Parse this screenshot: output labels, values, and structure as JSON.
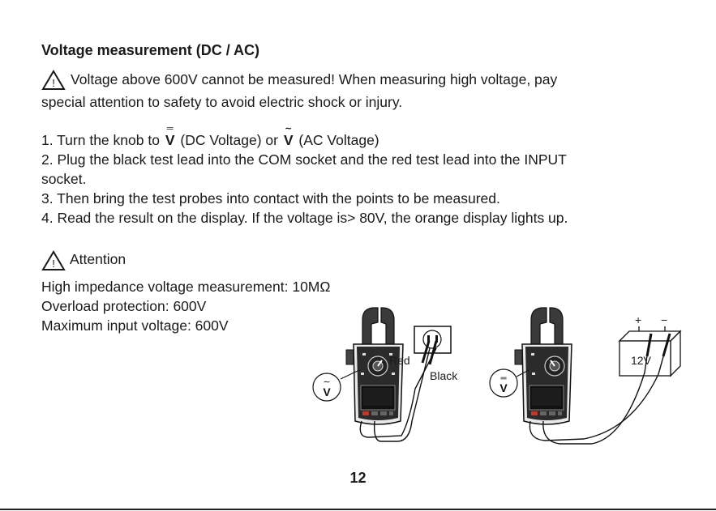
{
  "heading": "Voltage measurement (DC / AC)",
  "warning": {
    "line1": "Voltage above 600V cannot be measured! When measuring high voltage, pay",
    "line2": "special attention to safety to avoid electric shock or injury."
  },
  "steps": {
    "s1_pre": "1. Turn the knob to",
    "dc_symbol": "V",
    "s1_mid": "(DC Voltage) or",
    "ac_symbol": "V",
    "s1_post": "(AC Voltage)",
    "s2_line1": "2. Plug the black test lead into the COM socket and the red test lead into the INPUT",
    "s2_line2": "socket.",
    "s3": "3. Then bring the test probes into contact with the points to be measured.",
    "s4": "4. Read the result on the display. If the voltage is> 80V, the orange display lights up."
  },
  "attention": {
    "label": "Attention",
    "spec1": "High impedance voltage measurement: 10MΩ",
    "spec2": "Overload protection: 600V",
    "spec3": "Maximum input voltage: 600V"
  },
  "figure_ac": {
    "red_label": "Red",
    "black_label": "Black",
    "mode_symbol": "V"
  },
  "figure_dc": {
    "battery_label": "12V",
    "plus": "+",
    "minus": "−",
    "mode_symbol": "V"
  },
  "page_number": "12"
}
